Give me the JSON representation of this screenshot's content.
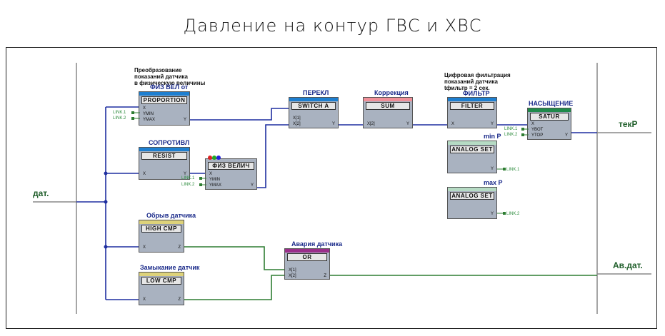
{
  "title": "Давление на контур ГВС и ХВС",
  "inputs": {
    "sensor": "дат."
  },
  "outputs": {
    "current": "текР",
    "alarm": "Ав.дат."
  },
  "colors": {
    "wire_blue": "#1f2fa0",
    "wire_green": "#2e7d32"
  },
  "blocks": {
    "proportion": {
      "name": "PROPORTION",
      "caption": "ФИЗ ВЕЛ от",
      "note": "Преобразование\nпоказаний датчика\nв физическую величины",
      "pin_x": "X",
      "pin_ymin": "YMIN",
      "pin_ymax": "YMAX",
      "pin_y": "Y",
      "link1": "LINK.1",
      "link2": "LINK.2",
      "bar_color": "#1e7fd0"
    },
    "resist": {
      "name": "RESIST",
      "caption": "СОПРОТИВЛ",
      "pin_x": "X",
      "pin_y": "Y",
      "bar_color": "#1e7fd0"
    },
    "fizvel": {
      "name": "ФИЗ ВЕЛИЧ",
      "pin_x": "X",
      "pin_ymin": "YMIN",
      "pin_ymax": "YMAX",
      "pin_y": "Y",
      "link1": "LINK.1",
      "link2": "LINK.2"
    },
    "switch": {
      "name": "SWITCH A",
      "caption": "ПЕРЕКЛ",
      "pin_x1": "X[1]",
      "pin_x2": "X[2]",
      "pin_y": "Y",
      "bar_color": "#1e7fd0"
    },
    "sum": {
      "name": "SUM",
      "caption": "Коррекция",
      "pin_x2": "X[2]",
      "pin_y": "Y",
      "bar_color": "#f08f98"
    },
    "filter": {
      "name": "FILTER",
      "caption": "ФИЛЬТР",
      "note": "Цифровая фильтрация\nпоказаний датчика\ntфильтр = 2 сек.",
      "pin_x": "X",
      "pin_y": "Y",
      "bar_color": "#1e7fd0"
    },
    "satur": {
      "name": "SATUR",
      "caption": "НАСЫЩЕНИЕ",
      "pin_x": "X",
      "pin_ybot": "YBOT",
      "pin_ytop": "YTOP",
      "pin_y": "Y",
      "link1": "LINK.1",
      "link2": "LINK.2",
      "bar_color": "#1f8a4a"
    },
    "analog_min": {
      "name": "ANALOG SET",
      "caption": "min P",
      "pin_y": "Y",
      "link": "LINK.1",
      "bar_color": "#b6dbc4"
    },
    "analog_max": {
      "name": "ANALOG SET",
      "caption": "max P",
      "pin_y": "Y",
      "link": "LINK.2",
      "bar_color": "#b6dbc4"
    },
    "high_cmp": {
      "name": "HIGH CMP",
      "caption": "Обрыв датчика",
      "pin_x": "X",
      "pin_z": "Z",
      "bar_color": "#ddd27a"
    },
    "low_cmp": {
      "name": "LOW CMP",
      "caption": "Замыкание датчик",
      "pin_x": "X",
      "pin_z": "Z",
      "bar_color": "#ddd27a"
    },
    "or": {
      "name": "OR",
      "caption": "Авария датчика",
      "pin_x1": "X[1]",
      "pin_x2": "X[2]",
      "pin_z": "Z",
      "bar_color": "#9a2d8a"
    }
  }
}
